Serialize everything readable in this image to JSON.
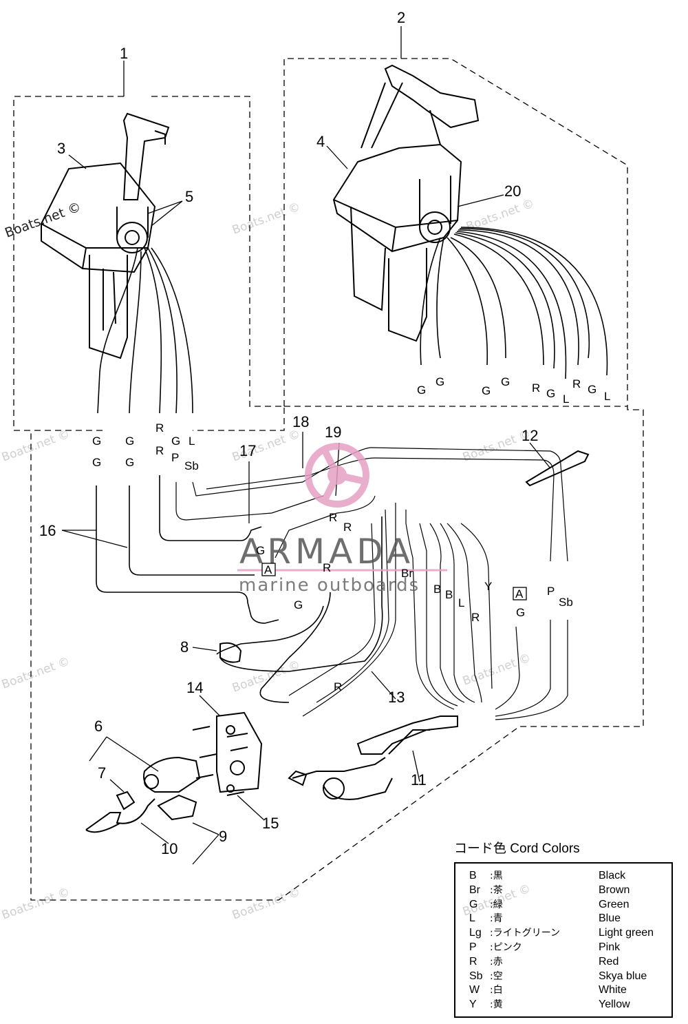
{
  "watermarks": {
    "main": "Boats.net ©",
    "faint": "Boats.net ©"
  },
  "brand": {
    "name": "ARMADA",
    "sub": "marine outboards",
    "accent": "#e6a0c4"
  },
  "callouts": [
    "1",
    "2",
    "3",
    "4",
    "5",
    "6",
    "7",
    "8",
    "9",
    "10",
    "11",
    "12",
    "13",
    "14",
    "15",
    "16",
    "17",
    "18",
    "19",
    "20"
  ],
  "wire_codes": {
    "s1_top": [
      "G",
      "G",
      "R",
      "G",
      "L"
    ],
    "s1_bot": [
      "G",
      "G",
      "R",
      "P",
      "Sb"
    ],
    "s2": [
      "G",
      "G",
      "G",
      "G",
      "R",
      "G",
      "L",
      "R",
      "G",
      "L"
    ],
    "harness": [
      "R",
      "R",
      "G",
      "R",
      "Br",
      "B",
      "B",
      "L",
      "Y",
      "R",
      "P",
      "Sb",
      "G",
      "G",
      "R"
    ],
    "box_letter": "A"
  },
  "legend": {
    "title": "コード色 Cord Colors",
    "rows": [
      {
        "code": "B",
        "jp": ":黒",
        "en": "Black"
      },
      {
        "code": "Br",
        "jp": ":茶",
        "en": "Brown"
      },
      {
        "code": "G",
        "jp": ":緑",
        "en": "Green"
      },
      {
        "code": "L",
        "jp": ":青",
        "en": "Blue"
      },
      {
        "code": "Lg",
        "jp": ":ライトグリーン",
        "en": "Light green"
      },
      {
        "code": "P",
        "jp": ":ピンク",
        "en": "Pink"
      },
      {
        "code": "R",
        "jp": ":赤",
        "en": "Red"
      },
      {
        "code": "Sb",
        "jp": ":空",
        "en": "Skya blue"
      },
      {
        "code": "W",
        "jp": ":白",
        "en": "White"
      },
      {
        "code": "Y",
        "jp": ":黄",
        "en": "Yellow"
      }
    ]
  }
}
